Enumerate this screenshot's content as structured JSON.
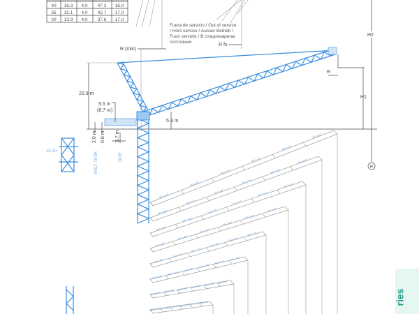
{
  "load_table": {
    "rows": [
      [
        "40",
        "16.3",
        "4.0",
        "47.3",
        "16.0"
      ],
      [
        "35",
        "15.1",
        "4.0",
        "42.7",
        "17.0"
      ],
      [
        "30",
        "13.9",
        "4.0",
        "37.6",
        "17.0"
      ]
    ]
  },
  "out_of_service": [
    "Fuera de servicio / Out of service",
    "/ Hors service / Ausser Betrieb /",
    "Fuori servizio / В стационарном",
    "состоянии"
  ],
  "labels": {
    "r_min": "R (min)",
    "r_fs": "R fs",
    "h2": "H2",
    "h1": "H1",
    "r": "R",
    "h_circle": "H",
    "height_20_9": "20.9 m",
    "dim_9_5": "9.5 m",
    "dim_8_7": "(8.7 m)",
    "dim_5_3": "5.3 m",
    "dim_2_0": "2.0 m",
    "dim_0_8": "0.8 m",
    "dim_3_7": "3.7 m",
    "tower_section": "J3-20",
    "base_label_1": "SMLT-TEOK",
    "base_label_2": "DIXE",
    "jib_section_label": "ML4-40",
    "series_corner": "ries"
  },
  "colors": {
    "crane_blue": "#3a8ee0",
    "line": "#444444",
    "corner_band": "#e6f7f2",
    "corner_text": "#2a9a8a"
  }
}
